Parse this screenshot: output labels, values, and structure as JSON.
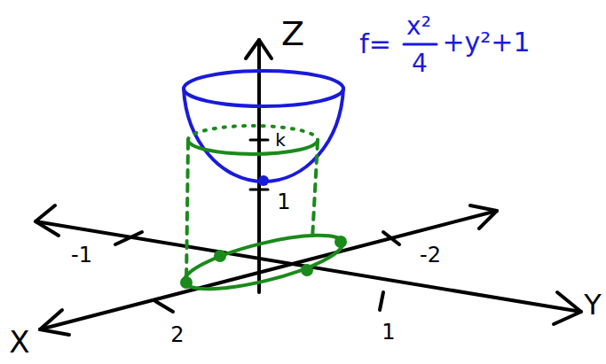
{
  "diagram": {
    "labels": [
      "Z",
      "f=",
      "x²",
      "4",
      "+y²+1",
      "k",
      "1",
      "-1",
      "-2",
      "2",
      "1",
      "X",
      "Y"
    ]
  }
}
